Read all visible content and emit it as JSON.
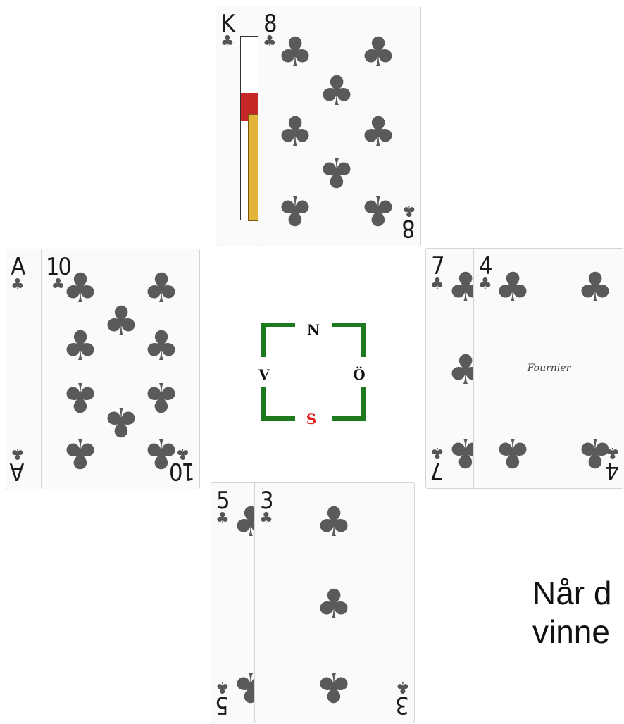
{
  "suit_symbol": "♣",
  "tricks": {
    "north": [
      {
        "rank": "K",
        "suit": "clubs",
        "kind": "face"
      },
      {
        "rank": "8",
        "suit": "clubs",
        "kind": "pips"
      }
    ],
    "west": [
      {
        "rank": "A",
        "suit": "clubs",
        "kind": "pips"
      },
      {
        "rank": "10",
        "suit": "clubs",
        "kind": "pips"
      }
    ],
    "east": [
      {
        "rank": "7",
        "suit": "clubs",
        "kind": "pips"
      },
      {
        "rank": "4",
        "suit": "clubs",
        "kind": "pips",
        "brand": "Fournier"
      }
    ],
    "south": [
      {
        "rank": "5",
        "suit": "clubs",
        "kind": "pips"
      },
      {
        "rank": "3",
        "suit": "clubs",
        "kind": "pips"
      }
    ]
  },
  "compass": {
    "north": "N",
    "south": "S",
    "west": "V",
    "east": "Ö",
    "south_color": "#e02020",
    "frame_color": "#1e7a1e"
  },
  "caption": {
    "line1": "Når d",
    "line2": "vinne"
  }
}
